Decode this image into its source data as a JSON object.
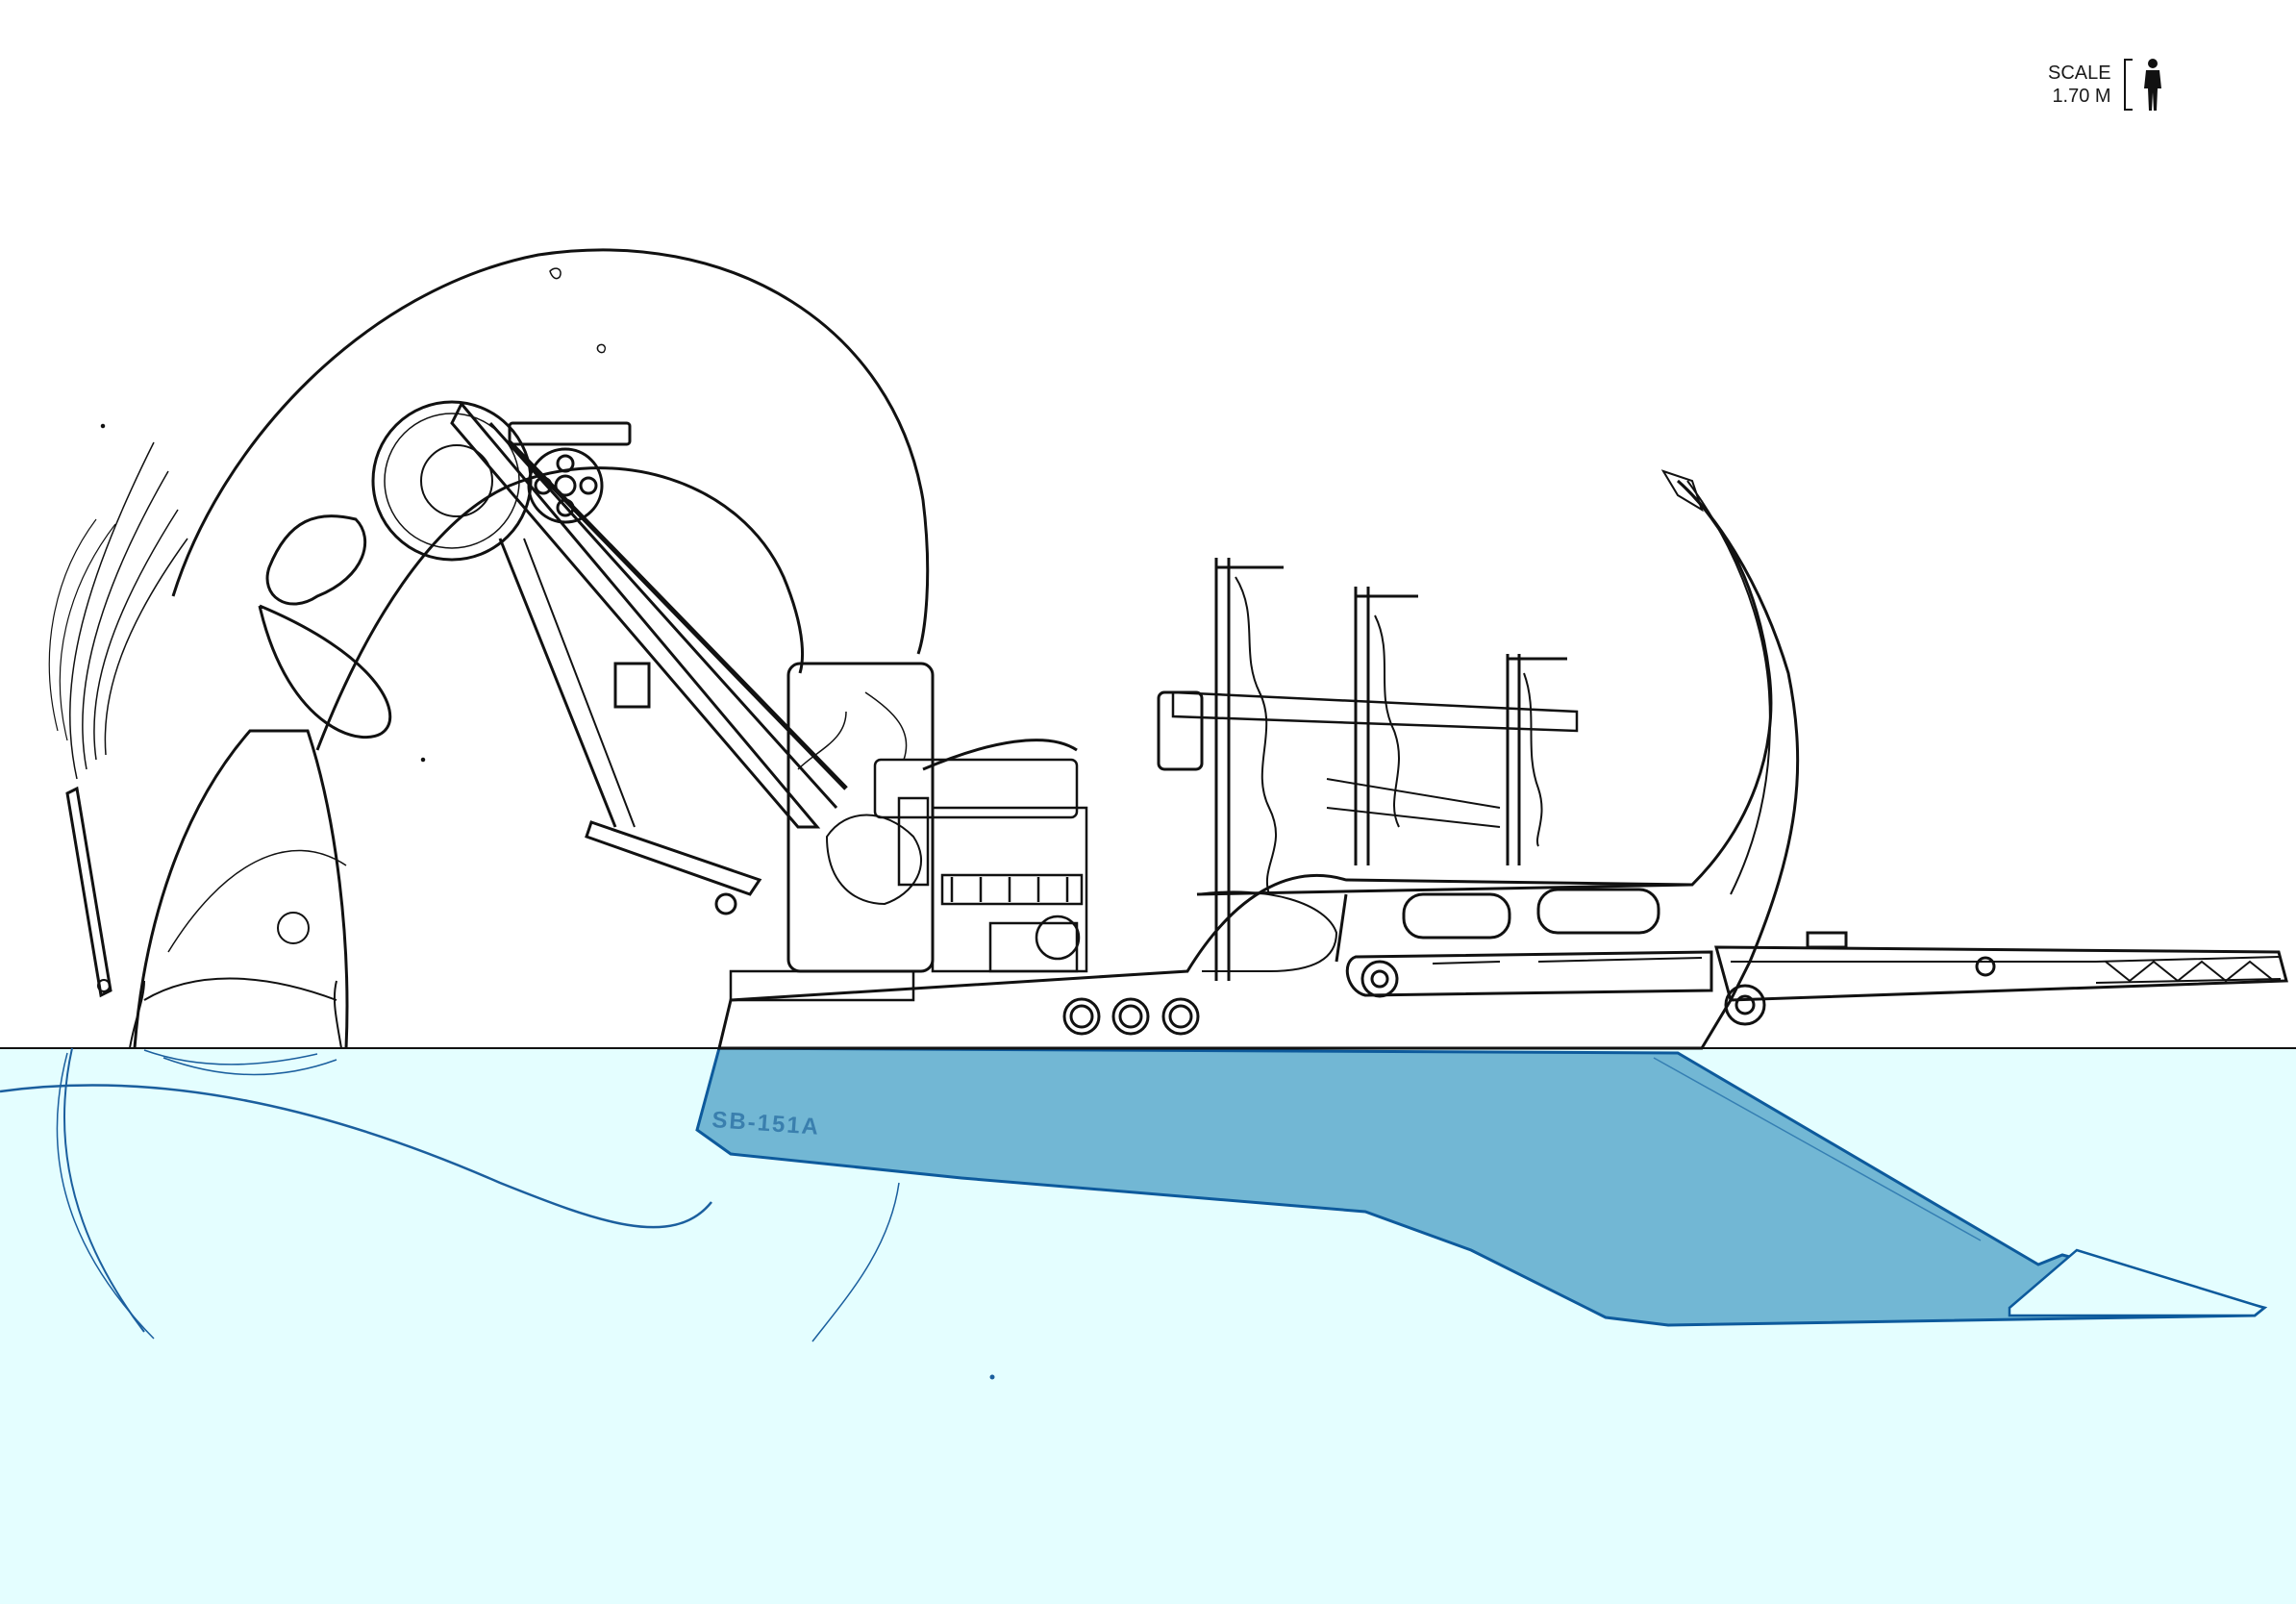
{
  "scale": {
    "label": "SCALE",
    "value": "1.70 M",
    "figure_icon": "human-figure-icon",
    "bracket_icon": "height-bracket-icon"
  },
  "hull_marking": "SB-151A",
  "colors": {
    "water": "#e4feff",
    "keel_fill": "#72b7d4",
    "keel_stroke": "#0d5a9c",
    "water_line": "#1b5f9e",
    "ink": "#111111"
  }
}
